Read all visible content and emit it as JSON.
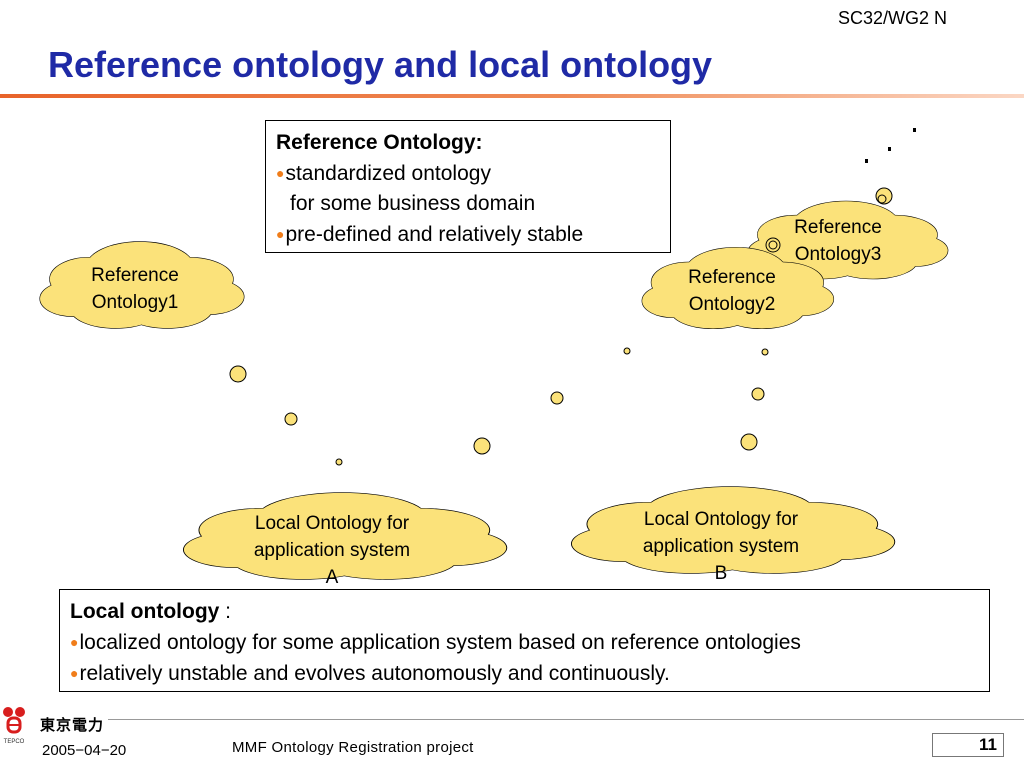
{
  "header": {
    "doc_id": "SC32/WG2 N",
    "title": "Reference ontology and local ontology"
  },
  "reference_box": {
    "heading": "Reference Ontology:",
    "line1": "standardized ontology",
    "line2": "for some business domain",
    "line3": "pre-defined and relatively stable"
  },
  "clouds": {
    "ref1": [
      "Reference",
      "Ontology1"
    ],
    "ref2": [
      "Reference",
      "Ontology2"
    ],
    "ref3": [
      "Reference",
      "Ontology3"
    ],
    "local_a": [
      "Local Ontology for",
      "application system",
      "A"
    ],
    "local_b": [
      "Local Ontology for",
      "application system",
      "B"
    ]
  },
  "local_box": {
    "heading": "Local ontology",
    "colon": " :",
    "line1": "localized ontology for some application system based on reference ontologies",
    "line2": "relatively unstable and evolves autonomously and continuously."
  },
  "footer": {
    "logo_text": "東京電力",
    "logo_caption": "TEPCO",
    "date": "2005−04−20",
    "project": "MMF Ontology Registration project",
    "page": "11"
  },
  "colors": {
    "title": "#1f2aa6",
    "cloud_fill": "#fbe27a",
    "bullet": "#f07d1a",
    "accent_rule": "#e8632a",
    "logo_red": "#d81e1e"
  }
}
